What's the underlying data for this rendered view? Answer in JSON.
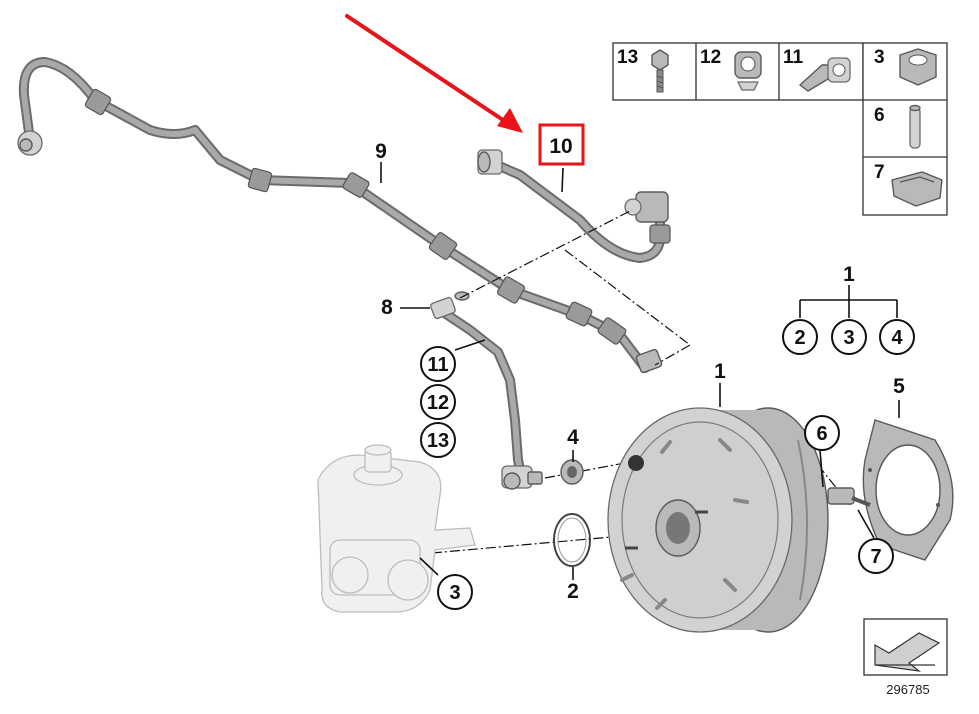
{
  "callouts": {
    "booster": "1",
    "oring": "2",
    "master_cyl": "3",
    "grommet": "4",
    "gasket": "5",
    "pin": "6",
    "clip": "7",
    "hose": "8",
    "line": "9",
    "highlight": "10",
    "c11": "11",
    "c12": "12",
    "c13": "13"
  },
  "set": {
    "main": "1",
    "items": [
      "2",
      "3",
      "4"
    ]
  },
  "legend": {
    "row1": [
      "13",
      "12",
      "11",
      "3"
    ],
    "tall": [
      "6",
      "7"
    ]
  },
  "ref_number": "296785",
  "colors": {
    "arrow": "#e8141a",
    "highlight_box": "#e8141a",
    "line_art": "#111111",
    "part_gray": "#b9b9b9"
  }
}
